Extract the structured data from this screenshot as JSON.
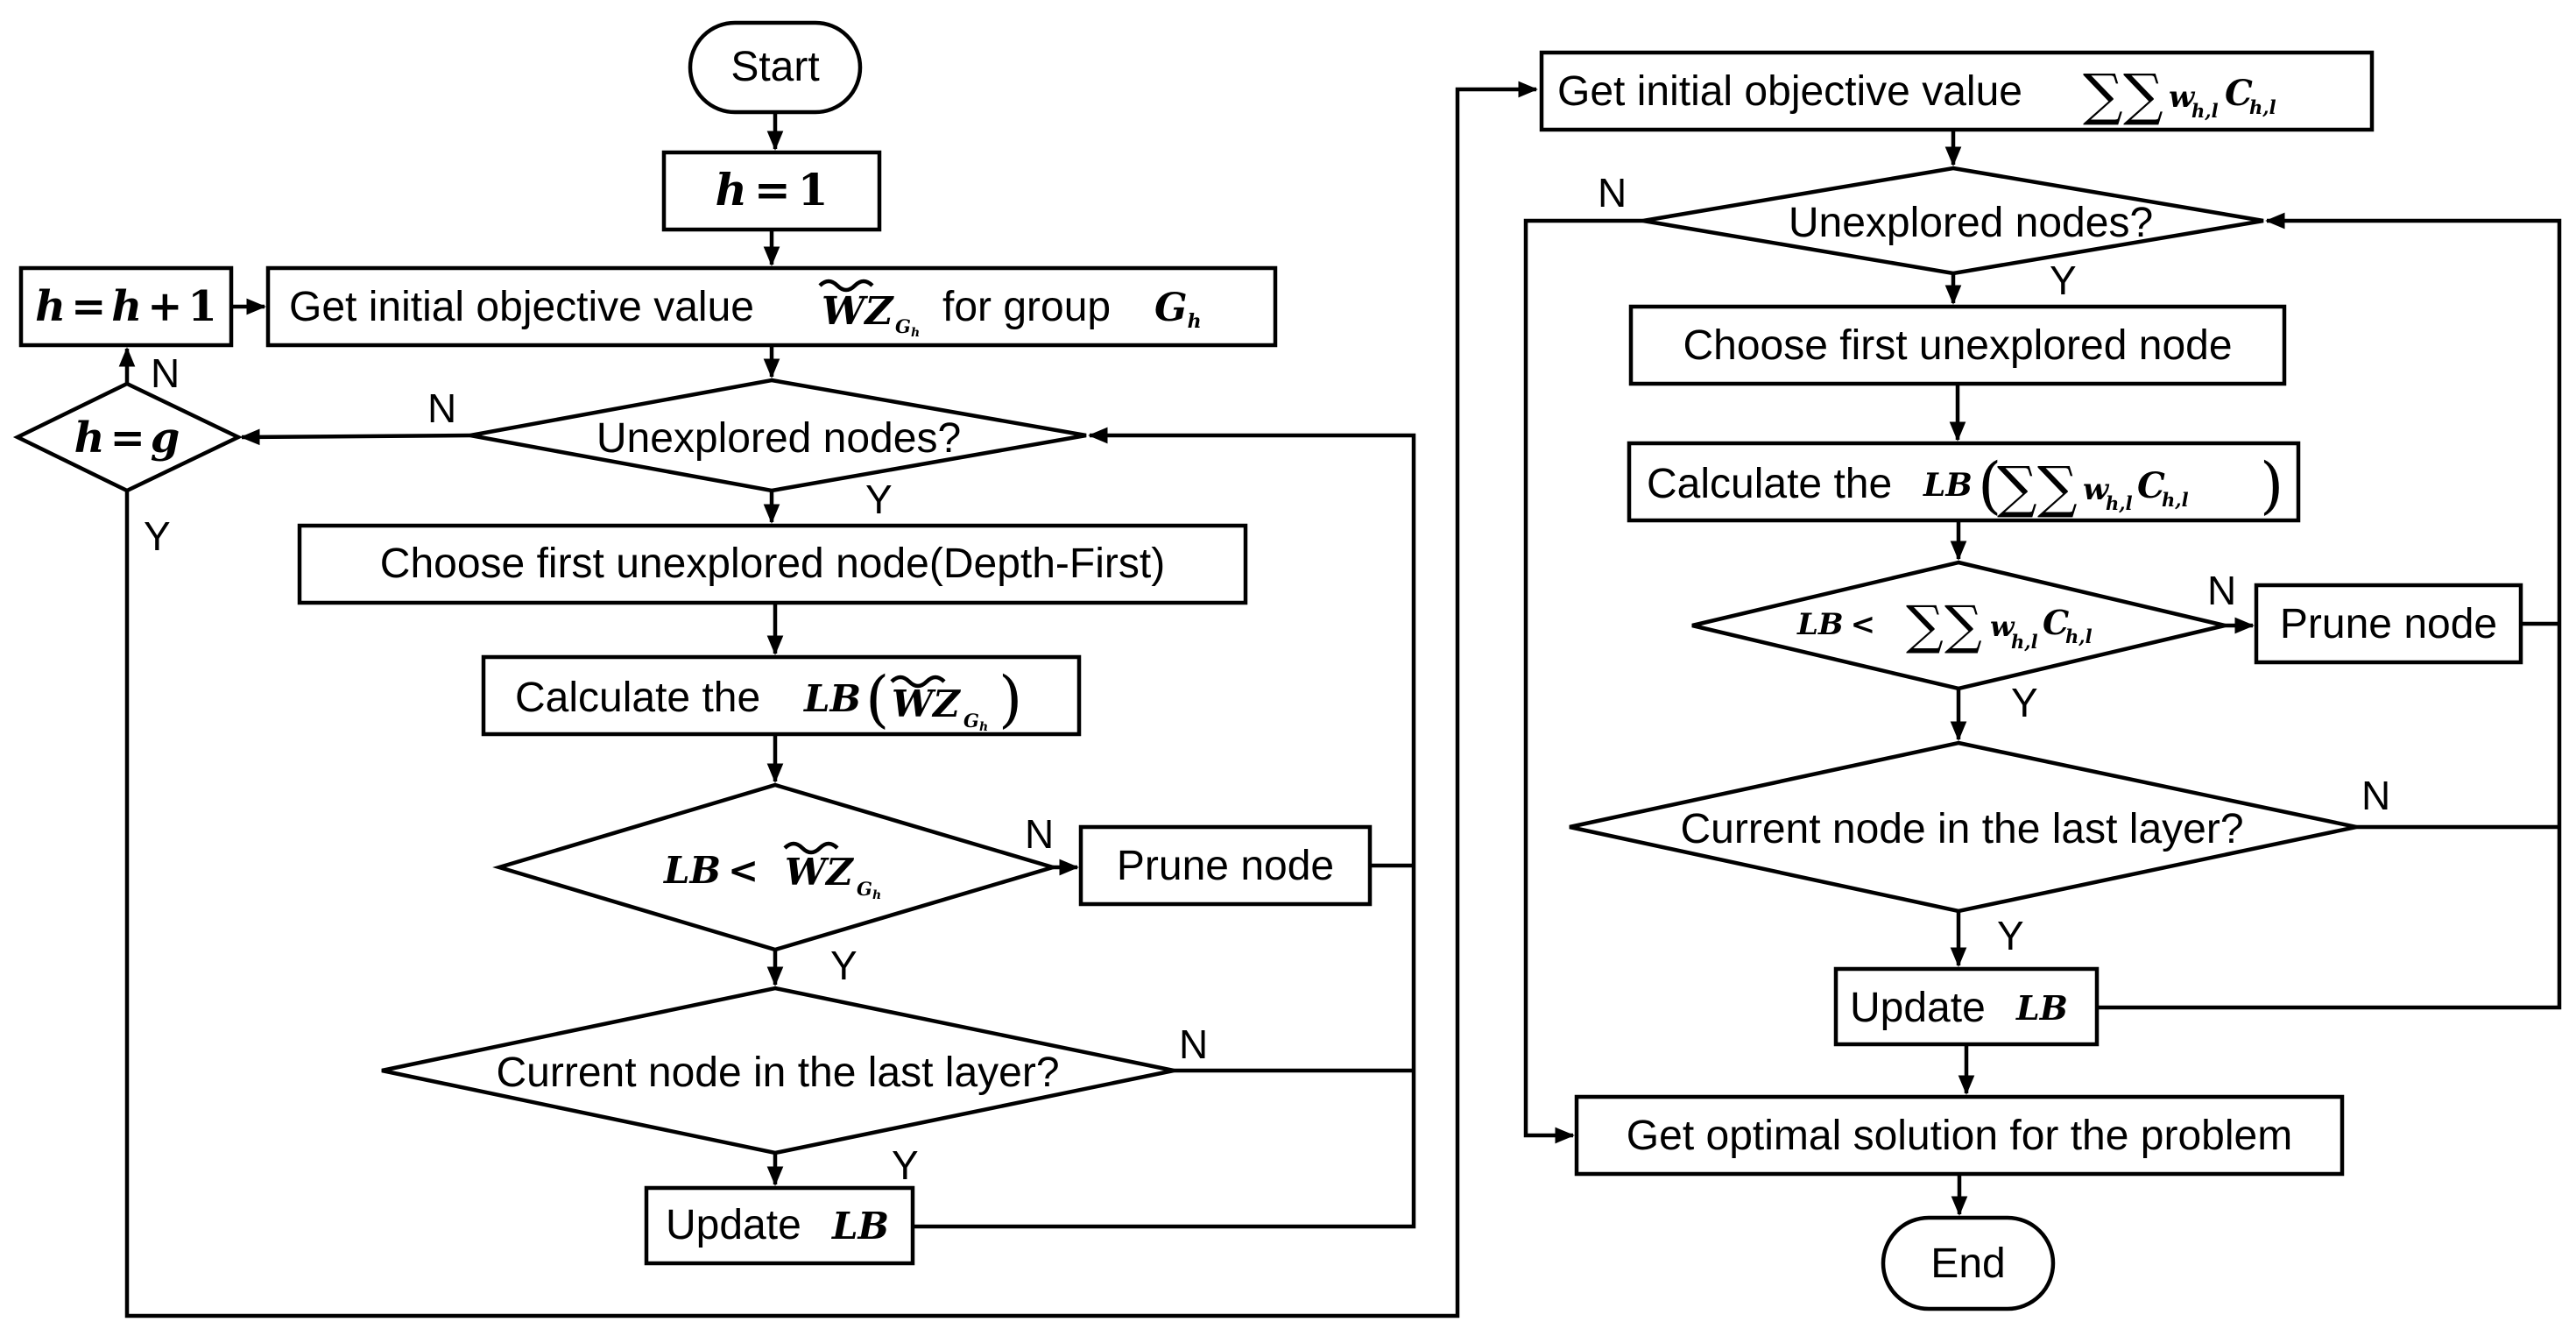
{
  "left": {
    "start": "Start",
    "h_init": {
      "lhs": "h",
      "op": "=",
      "rhs": "1"
    },
    "h_inc": {
      "lhs": "h",
      "op": "=",
      "rhs": "h",
      "plus": "+",
      "one": "1"
    },
    "get_initial": {
      "text": "Get initial objective value",
      "sym": "WZ",
      "sub": "G",
      "subsub": "h",
      "suffix": "for group",
      "group": "G",
      "group_sub": "h"
    },
    "h_eq_g": {
      "lhs": "h",
      "op": "=",
      "rhs": "g"
    },
    "unexplored": "Unexplored nodes?",
    "choose": "Choose first unexplored node(Depth-First)",
    "calc": {
      "text": "Calculate the",
      "lb": "LB",
      "open": "(",
      "sym": "WZ",
      "sub": "G",
      "subsub": "h",
      "close": ")"
    },
    "compare": {
      "lb": "LB",
      "op": "<",
      "sym": "WZ",
      "sub": "G",
      "subsub": "h"
    },
    "prune": "Prune node",
    "last_layer": "Current node in the last layer?",
    "update": {
      "text": "Update",
      "lb": "LB"
    }
  },
  "right": {
    "get_initial": {
      "text": "Get initial objective value",
      "sum1": "∑",
      "sum2": "∑",
      "w": "w",
      "w_sub": "h,l",
      "c": "C",
      "c_sub": "h,l"
    },
    "unexplored": "Unexplored nodes?",
    "choose": "Choose first unexplored node",
    "calc": {
      "text": "Calculate the",
      "lb": "LB",
      "open": "(",
      "sum1": "∑",
      "sum2": "∑",
      "w": "w",
      "w_sub": "h,l",
      "c": "C",
      "c_sub": "h,l",
      "close": ")"
    },
    "compare": {
      "lb": "LB",
      "op": "<",
      "sum1": "∑",
      "sum2": "∑",
      "w": "w",
      "w_sub": "h,l",
      "c": "C",
      "c_sub": "h,l"
    },
    "prune": "Prune node",
    "last_layer": "Current node in the last layer?",
    "update": {
      "text": "Update",
      "lb": "LB"
    },
    "optimal": "Get optimal solution for the problem",
    "end": "End"
  },
  "labels": {
    "yes": "Y",
    "no": "N"
  }
}
